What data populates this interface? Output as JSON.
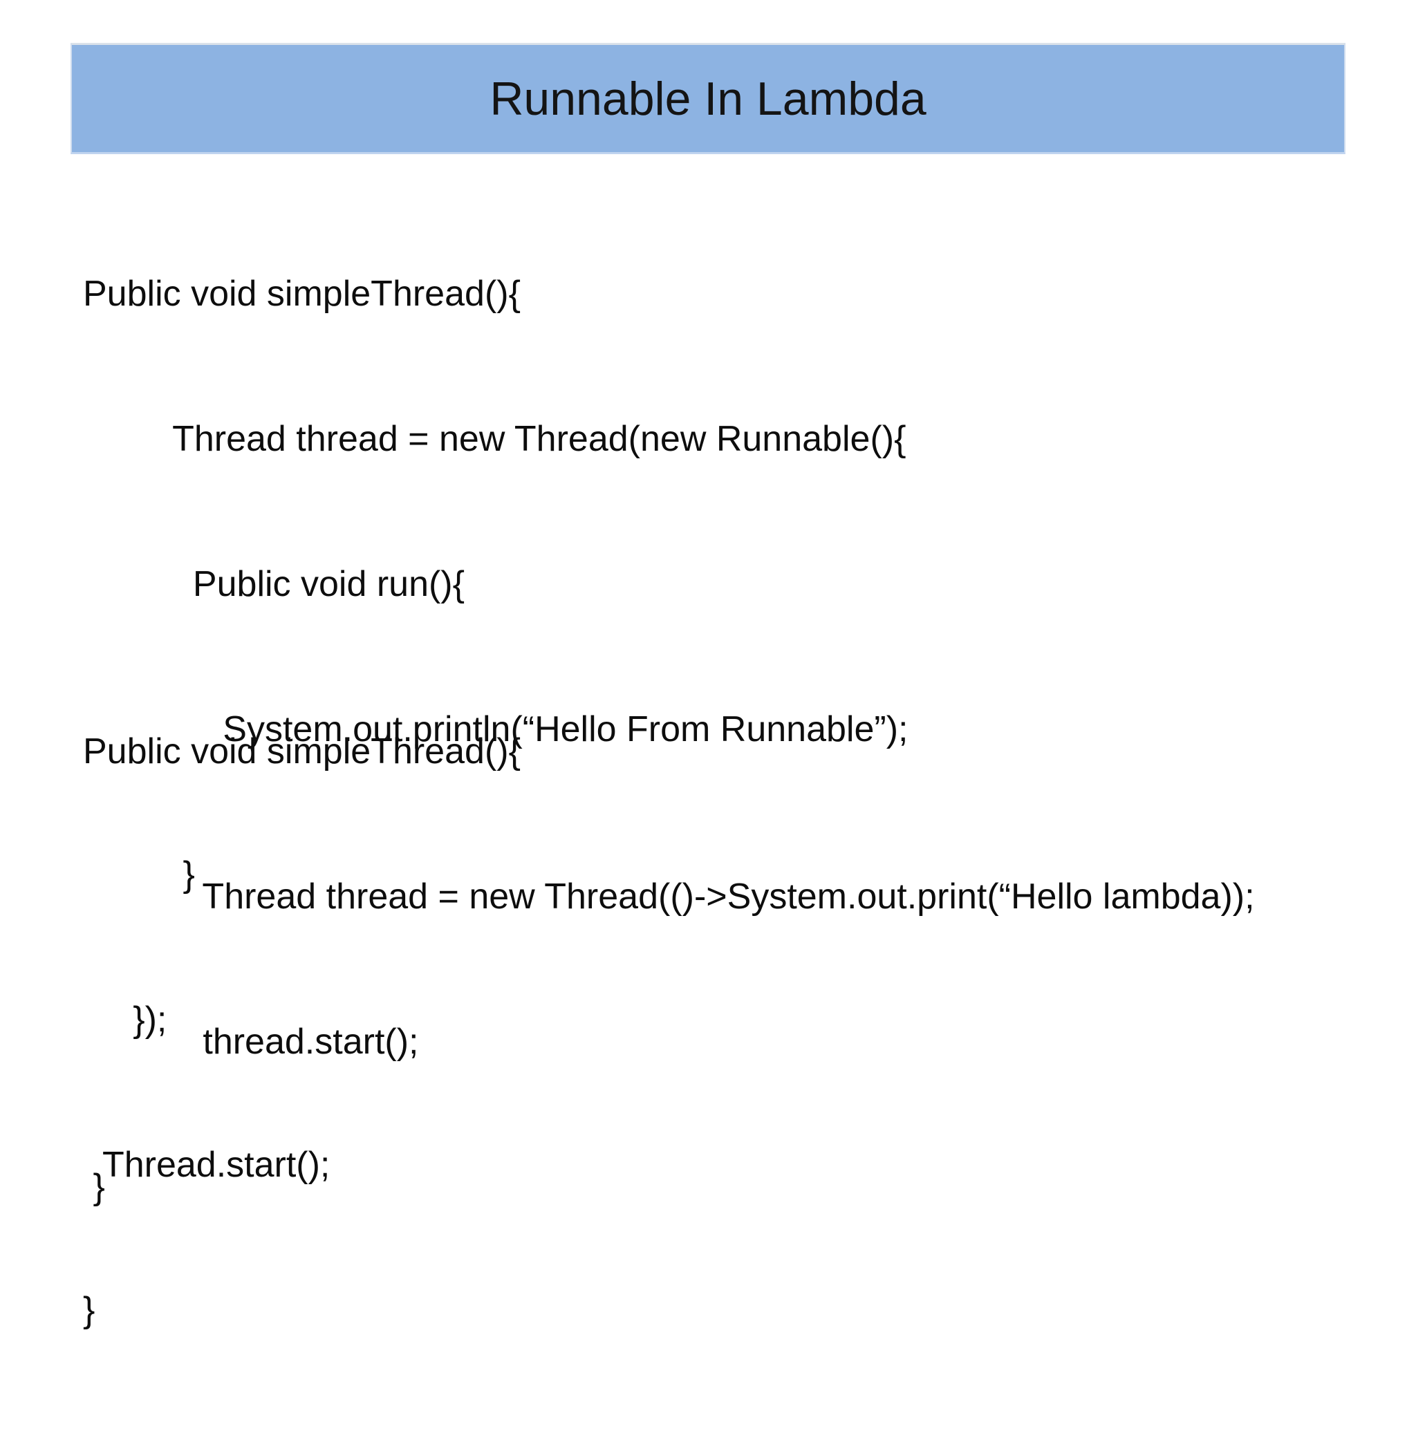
{
  "slide": {
    "title": "Runnable In Lambda",
    "colors": {
      "background": "#ffffff",
      "title_bar_bg": "#8DB3E2",
      "title_text": "#141414",
      "body_text": "#0d0d0d"
    },
    "code_blocks": [
      {
        "lines": [
          "Public void simpleThread(){",
          "         Thread thread = new Thread(new Runnable(){",
          "           Public void run(){",
          "              System.out.println(“Hello From Runnable”);",
          "          }",
          "     });",
          "  Thread.start();",
          "}"
        ]
      },
      {
        "lines": [
          "Public void simpleThread(){",
          "            Thread thread = new Thread(()->System.out.print(“Hello lambda));",
          "            thread.start();",
          " }"
        ]
      }
    ]
  }
}
